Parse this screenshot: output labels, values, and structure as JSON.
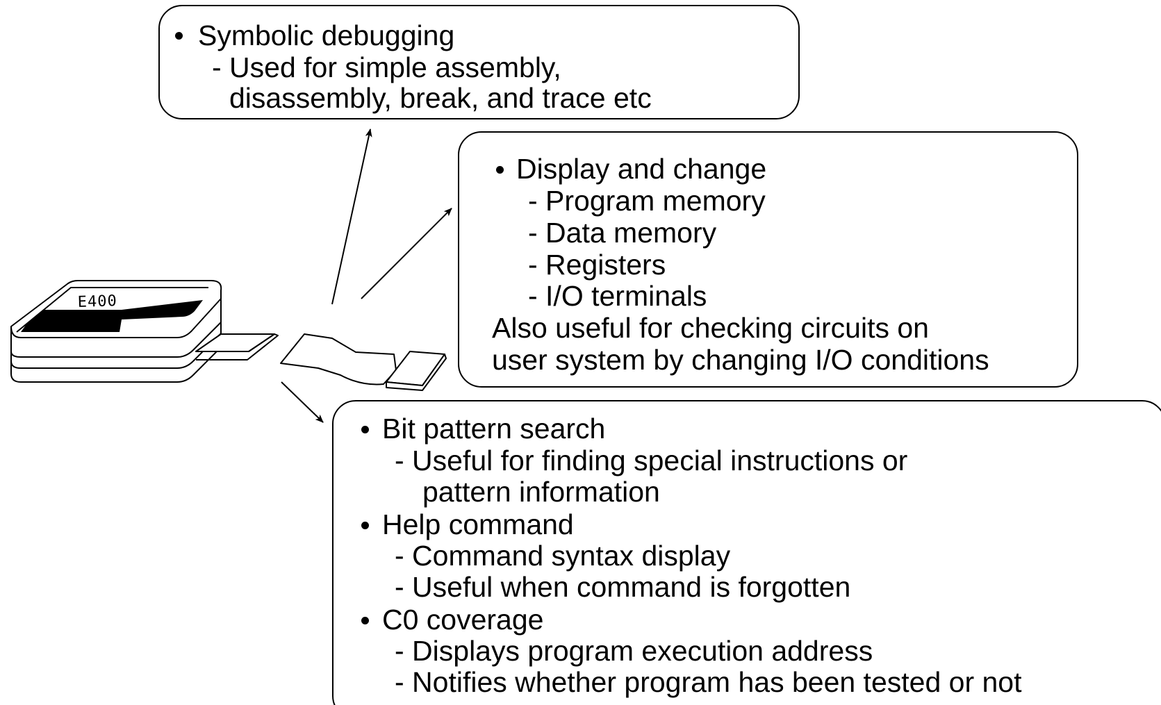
{
  "device": {
    "label": "E400"
  },
  "callout_top": {
    "heading": "Symbolic debugging",
    "lines": [
      "- Used for simple assembly,",
      "disassembly, break, and trace etc"
    ]
  },
  "callout_middle": {
    "heading": "Display and change",
    "items": [
      "- Program memory",
      "- Data memory",
      "- Registers",
      "- I/O terminals"
    ],
    "note_lines": [
      "Also useful for checking circuits on",
      "user system by changing I/O conditions"
    ]
  },
  "callout_bottom": {
    "groups": [
      {
        "heading": "Bit pattern search",
        "lines": [
          "- Useful for finding special instructions or",
          "pattern information"
        ]
      },
      {
        "heading": "Help command",
        "lines": [
          "- Command syntax display",
          "- Useful when command is forgotten"
        ]
      },
      {
        "heading": "C0 coverage",
        "lines": [
          "- Displays program execution address",
          "- Notifies whether program has been tested or not"
        ]
      }
    ]
  },
  "colors": {
    "ink": "#000000",
    "background": "#ffffff"
  }
}
